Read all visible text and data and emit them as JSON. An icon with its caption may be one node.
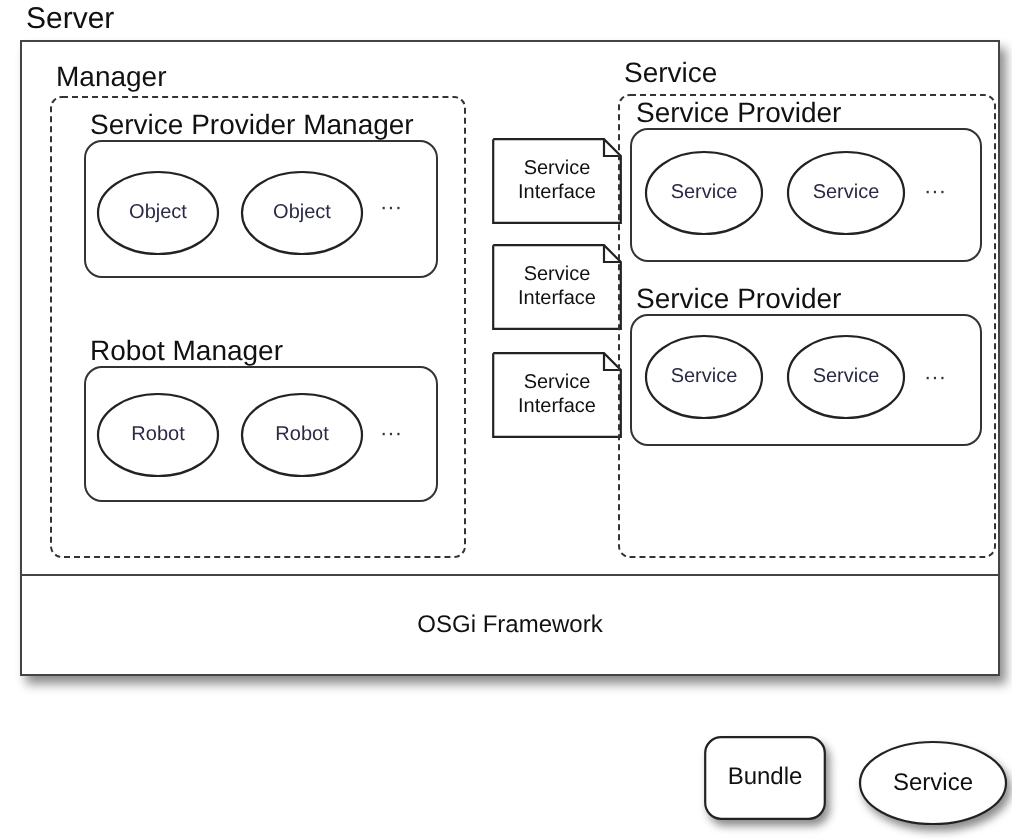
{
  "diagram": {
    "nodes": [
      {
        "text": [
          "Server"
        ]
      },
      {
        "text": [
          "Manager"
        ],
        "in": 0
      },
      {
        "text": [
          "Service Provider Manager"
        ],
        "in": 1
      },
      {
        "text": [
          "Object"
        ],
        "in": 2
      },
      {
        "text": [
          "Object"
        ],
        "in": 2
      },
      {
        "text": [
          "Robot Manager"
        ],
        "in": 1
      },
      {
        "text": [
          "Robot"
        ],
        "in": 5
      },
      {
        "text": [
          "Robot"
        ],
        "in": 5
      },
      {
        "text": [
          "Service Interface"
        ],
        "in": 0
      },
      {
        "text": [
          "Service Interface"
        ],
        "in": 0
      },
      {
        "text": [
          "Service Interface"
        ],
        "in": 0
      },
      {
        "text": [
          "Service"
        ],
        "in": 0
      },
      {
        "text": [
          "Service Provider"
        ],
        "in": 11
      },
      {
        "text": [
          "Service"
        ],
        "in": 12
      },
      {
        "text": [
          "Service"
        ],
        "in": 12
      },
      {
        "text": [
          "Service Provider"
        ],
        "in": 11
      },
      {
        "text": [
          "Service"
        ],
        "in": 15
      },
      {
        "text": [
          "Service"
        ],
        "in": 15
      },
      {
        "text": [
          "OSGi Framework"
        ],
        "in": 0
      },
      {
        "text": [
          "Bundle"
        ]
      },
      {
        "text": [
          "Service"
        ]
      }
    ],
    "labels": [
      "···",
      "···",
      "···",
      "···"
    ]
  }
}
